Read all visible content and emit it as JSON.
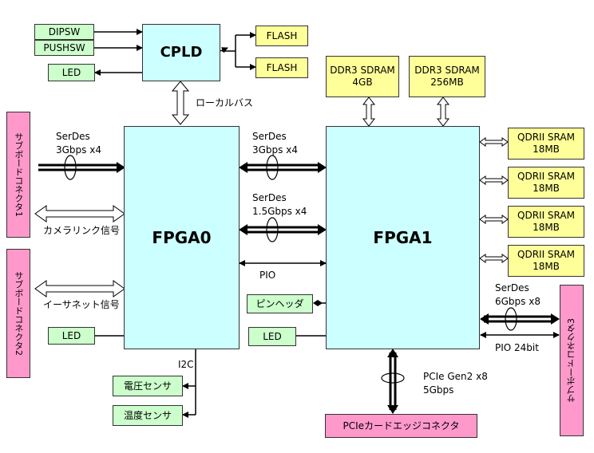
{
  "blocks": {
    "fpga0": "FPGA0",
    "fpga1": "FPGA1",
    "cpld": "CPLD",
    "dipsw": "DIPSW",
    "pushsw": "PUSHSW",
    "led_cpld": "LED",
    "led_fpga0": "LED",
    "led_fpga1": "LED",
    "flash_1": "FLASH",
    "flash_2": "FLASH",
    "ddr3_4gb": "DDR3 SDRAM\n4GB",
    "ddr3_256mb": "DDR3 SDRAM\n256MB",
    "qdr": [
      "QDRII SRAM\n18MB",
      "QDRII SRAM\n18MB",
      "QDRII SRAM\n18MB",
      "QDRII SRAM\n18MB"
    ],
    "sub_conn_1": "サブボードコネクタ1",
    "sub_conn_2": "サブボードコネクタ2",
    "sub_conn_3": "サブボードコネクタ3",
    "voltage_sensor": "電圧センサ",
    "temp_sensor": "温度センサ",
    "pin_header": "ピンヘッダ",
    "pcie_conn": "PCIeカードエッジコネクタ"
  },
  "labels": {
    "local_bus": "ローカルバス",
    "serdes_3g_left": "SerDes\n3Gbps x4",
    "serdes_3g_mid": "SerDes\n3Gbps x4",
    "serdes_15g_mid": "SerDes\n1.5Gbps x4",
    "camera_link": "カメラリンク信号",
    "ethernet": "イーサネット信号",
    "pio": "PIO",
    "i2c": "I2C",
    "serdes_6g": "SerDes\n6Gbps x8",
    "pio_24bit": "PIO 24bit",
    "pcie_gen2": "PCIe Gen2 x8\n5Gbps"
  }
}
